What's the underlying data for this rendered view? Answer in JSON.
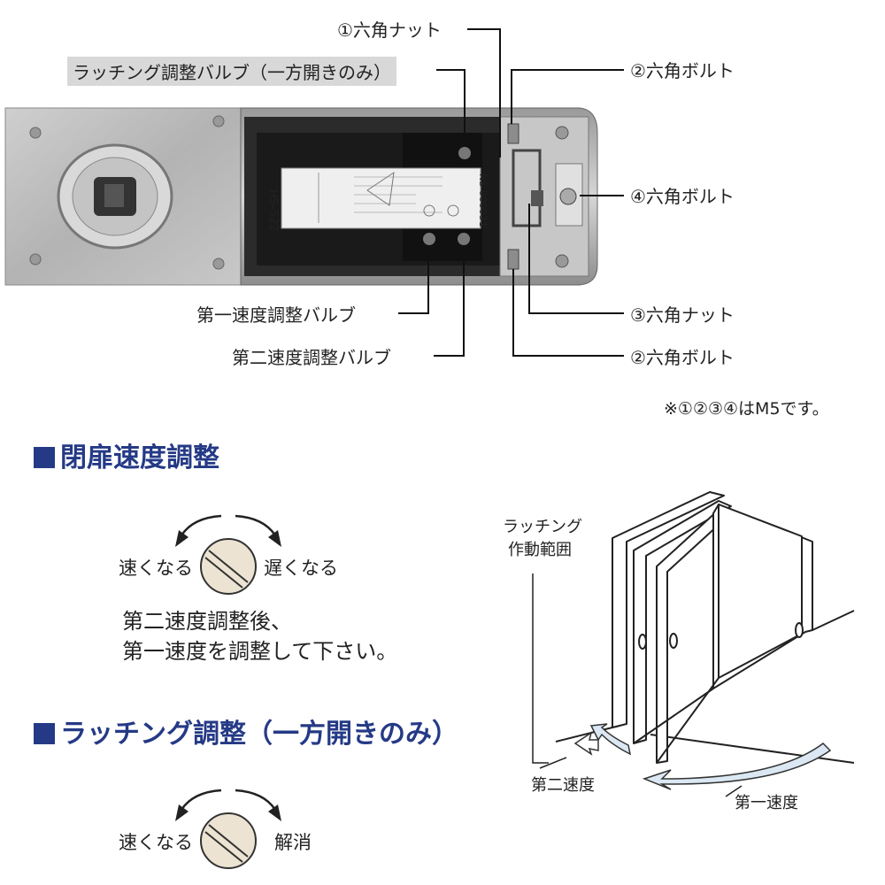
{
  "diagram": {
    "labels": {
      "hex_nut_1": "①六角ナット",
      "latch_valve": "ラッチング調整バルブ（一方開きのみ）",
      "hex_bolt_2_top": "②六角ボルト",
      "hex_bolt_4": "④六角ボルト",
      "speed_valve_1": "第一速度調整バルブ",
      "speed_valve_2": "第二速度調整バルブ",
      "hex_nut_3": "③六角ナット",
      "hex_bolt_2_bottom": "②六角ボルト"
    },
    "device_text": {
      "model": "HS-522",
      "serial": "NS 000031"
    },
    "note": "※①②③④はM5です。"
  },
  "closing_speed": {
    "heading": "閉扉速度調整",
    "faster": "速くなる",
    "slower": "遅くなる",
    "instruction_line1": "第二速度調整後、",
    "instruction_line2": "第一速度を調整して下さい。"
  },
  "latching": {
    "heading": "ラッチング調整（一方開きのみ）",
    "faster": "速くなる",
    "release": "解消"
  },
  "door_illustration": {
    "latch_range_line1": "ラッチング",
    "latch_range_line2": "作動範囲",
    "second_speed": "第二速度",
    "first_speed": "第一速度"
  },
  "colors": {
    "heading": "#253a86",
    "knob_fill": "#ece3d2",
    "plate_fill": "#b9b9b9",
    "arrow_fill": "#dbe8f3"
  }
}
